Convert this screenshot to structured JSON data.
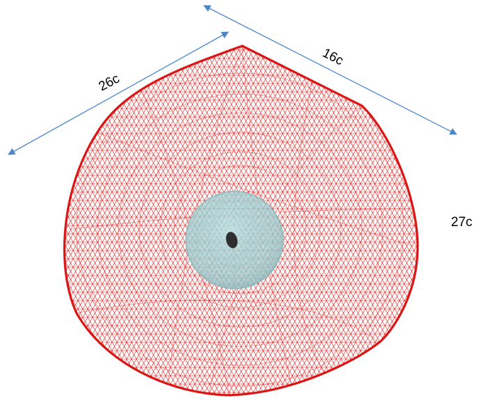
{
  "diagram": {
    "dimensions": {
      "top_left": "26c",
      "top_right": "16c",
      "right": "27c"
    },
    "colors": {
      "background": "#ffffff",
      "mesh_outer": "#e31a1a",
      "mesh_outer_fill": "#ffffff",
      "mesh_inner": "#7fa6a8",
      "sphere_fill": "#a9d3d5",
      "core_fill": "#2f2f2f",
      "arrow": "#4a86c8",
      "text": "#000000"
    }
  }
}
